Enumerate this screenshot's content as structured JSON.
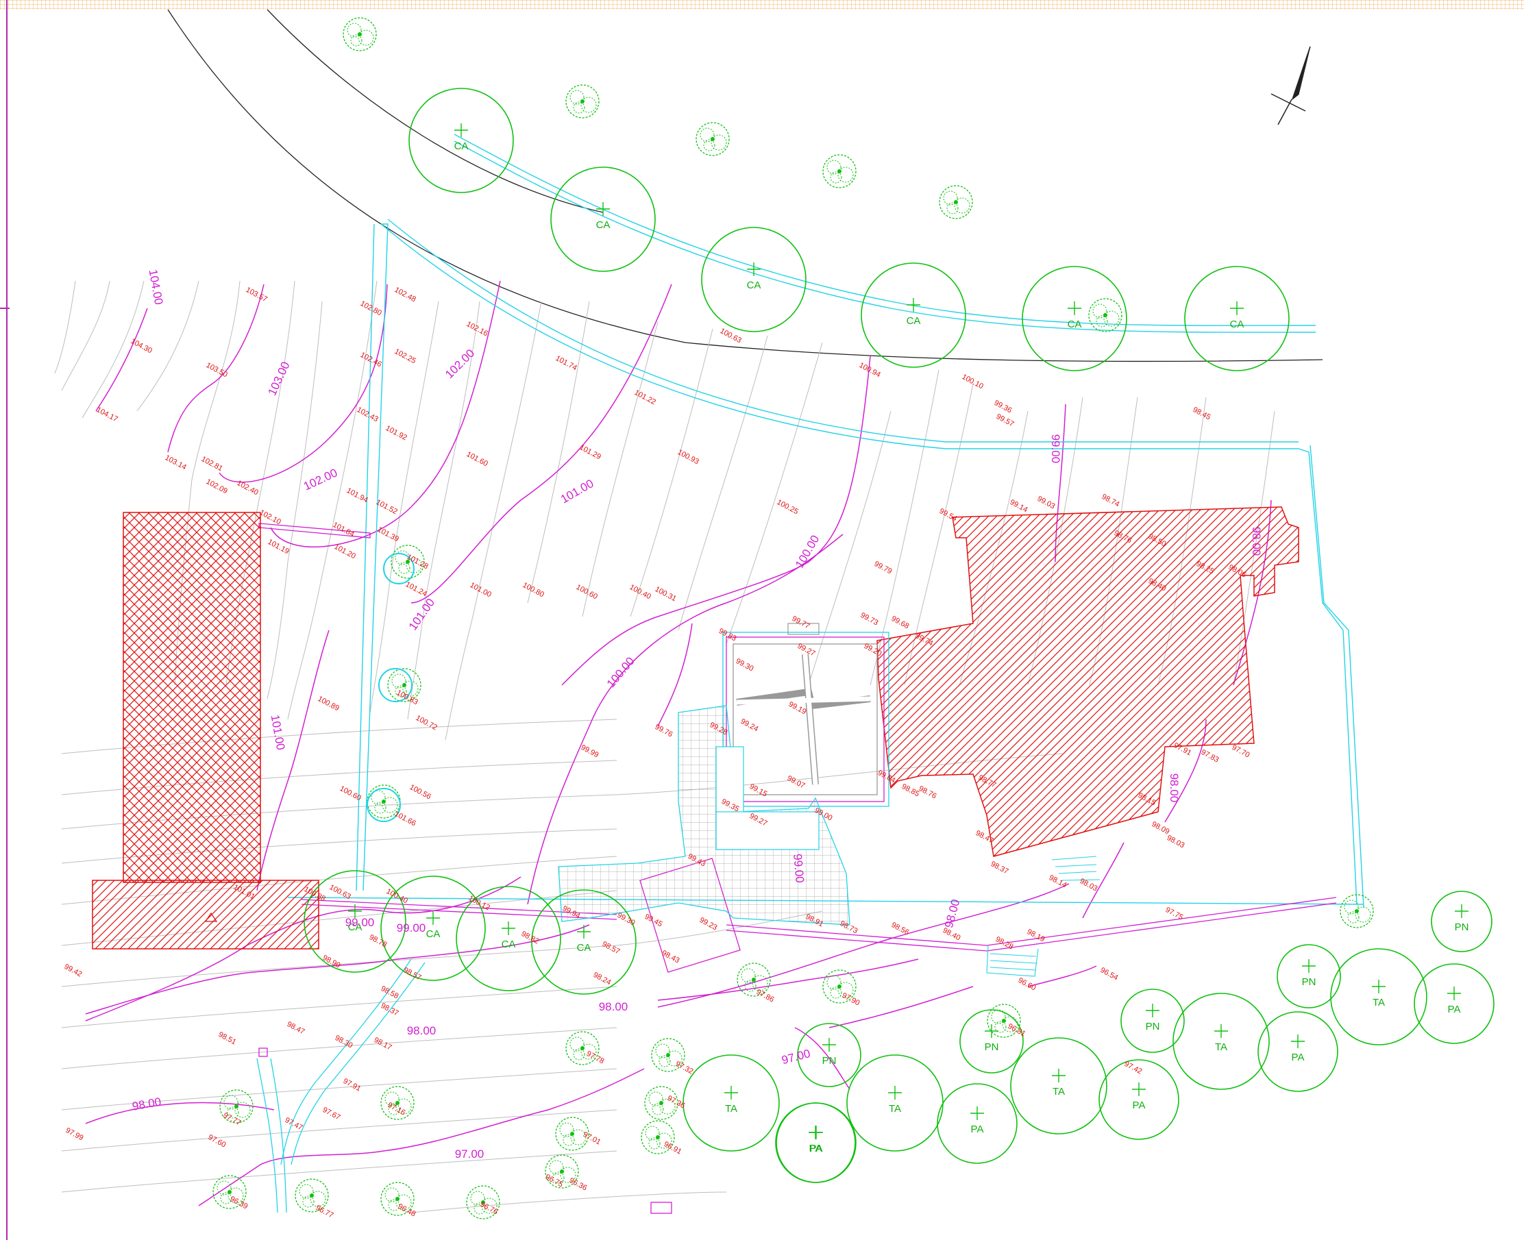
{
  "colors": {
    "background": "#ffffff",
    "contour_index": "#d21fd2",
    "contour_minor": "#bdbdbd",
    "spot_height": "#e01010",
    "building_hatch": "#e01010",
    "path_walls": "#22d3e6",
    "trees": "#10c010",
    "road_edge": "#222222",
    "border": "#f0a040",
    "frame": "#b02ab0"
  },
  "icons": [
    "north-arrow-icon",
    "triangle-marker-icon",
    "tree-canopy-icon",
    "shrub-icon"
  ],
  "contour_labels": [
    {
      "id": "c104",
      "text": "104.00"
    },
    {
      "id": "c103",
      "text": "103.00"
    },
    {
      "id": "c102a",
      "text": "102.00"
    },
    {
      "id": "c102b",
      "text": "102.00"
    },
    {
      "id": "c101a",
      "text": "101.00"
    },
    {
      "id": "c101b",
      "text": "101.00"
    },
    {
      "id": "c101c",
      "text": "101.00"
    },
    {
      "id": "c100a",
      "text": "100.00"
    },
    {
      "id": "c100b",
      "text": "100.00"
    },
    {
      "id": "c99a",
      "text": "99.00"
    },
    {
      "id": "c99b",
      "text": "99.00"
    },
    {
      "id": "c99c",
      "text": "99.00"
    },
    {
      "id": "c99d",
      "text": "99.00"
    },
    {
      "id": "c98a",
      "text": "98.00"
    },
    {
      "id": "c98b",
      "text": "98.00"
    },
    {
      "id": "c98c",
      "text": "98.00"
    },
    {
      "id": "c98d",
      "text": "98.00"
    },
    {
      "id": "c98e",
      "text": "98.00"
    },
    {
      "id": "c98f",
      "text": "98.00"
    },
    {
      "id": "c97a",
      "text": "97.00"
    },
    {
      "id": "c97b",
      "text": "97.00"
    }
  ],
  "spot_heights": [
    "103.57",
    "104.30",
    "104.17",
    "103.50",
    "102.48",
    "102.80",
    "102.25",
    "102.46",
    "102.43",
    "102.16",
    "101.92",
    "101.74",
    "101.60",
    "101.22",
    "101.29",
    "100.93",
    "100.63",
    "100.94",
    "100.10",
    "99.57",
    "99.36",
    "98.45",
    "103.14",
    "102.81",
    "102.09",
    "102.40",
    "102.10",
    "101.94",
    "101.52",
    "101.19",
    "101.84",
    "101.39",
    "101.20",
    "101.28",
    "101.24",
    "101.00",
    "100.80",
    "100.60",
    "100.40",
    "100.31",
    "100.25",
    "99.79",
    "100.89",
    "100.83",
    "100.72",
    "100.60",
    "100.56",
    "101.66",
    "99.99",
    "101.01",
    "100.88",
    "100.63",
    "100.40",
    "100.12",
    "99.83",
    "99.77",
    "99.27",
    "99.73",
    "99.68",
    "99.74",
    "99.20",
    "99.76",
    "99.30",
    "99.28",
    "99.19",
    "99.24",
    "99.15",
    "99.35",
    "99.27",
    "99.07",
    "99.04",
    "99.00",
    "98.85",
    "98.76",
    "98.77",
    "98.47",
    "98.37",
    "98.14",
    "98.03",
    "98.15",
    "98.09",
    "98.03",
    "97.91",
    "97.83",
    "97.70",
    "99.54",
    "99.14",
    "99.03",
    "98.74",
    "98.76",
    "98.50",
    "98.40",
    "98.25",
    "98.06",
    "99.43",
    "99.94",
    "99.30",
    "99.45",
    "99.23",
    "98.91",
    "98.73",
    "98.56",
    "98.40",
    "98.28",
    "98.19",
    "97.75",
    "98.82",
    "98.57",
    "98.43",
    "98.24",
    "99.42",
    "98.90",
    "98.78",
    "98.57",
    "98.58",
    "98.37",
    "98.47",
    "98.30",
    "98.17",
    "98.51",
    "97.91",
    "97.67",
    "97.77",
    "97.47",
    "97.60",
    "97.99",
    "97.86",
    "97.90",
    "97.78",
    "97.32",
    "97.36",
    "97.16",
    "97.01",
    "96.91",
    "96.36",
    "96.54",
    "97.42",
    "96.81",
    "96.60",
    "96.75",
    "96.76",
    "96.77",
    "96.48",
    "96.39"
  ],
  "trees": [
    {
      "id": "t1",
      "label": "CA"
    },
    {
      "id": "t2",
      "label": "CA"
    },
    {
      "id": "t3",
      "label": "CA"
    },
    {
      "id": "t4",
      "label": "CA"
    },
    {
      "id": "t5",
      "label": "CA"
    },
    {
      "id": "t6",
      "label": "CA"
    },
    {
      "id": "t7",
      "label": "CA"
    },
    {
      "id": "t8",
      "label": "CA"
    },
    {
      "id": "t9",
      "label": "CA"
    },
    {
      "id": "t10",
      "label": "CA"
    },
    {
      "id": "t11",
      "label": "PN"
    },
    {
      "id": "t12",
      "label": "PN"
    },
    {
      "id": "t13",
      "label": "PN"
    },
    {
      "id": "t14",
      "label": "PN"
    },
    {
      "id": "t15",
      "label": "PN"
    },
    {
      "id": "t16",
      "label": "TA"
    },
    {
      "id": "t17",
      "label": "TA"
    },
    {
      "id": "t18",
      "label": "TA"
    },
    {
      "id": "t19",
      "label": "TA"
    },
    {
      "id": "t20",
      "label": "TA"
    },
    {
      "id": "t21",
      "label": "PA"
    },
    {
      "id": "t22",
      "label": "PA"
    },
    {
      "id": "t23",
      "label": "PA"
    },
    {
      "id": "t24",
      "label": "PA"
    },
    {
      "id": "t25",
      "label": "PA"
    },
    {
      "id": "t26",
      "label": "PA"
    }
  ]
}
